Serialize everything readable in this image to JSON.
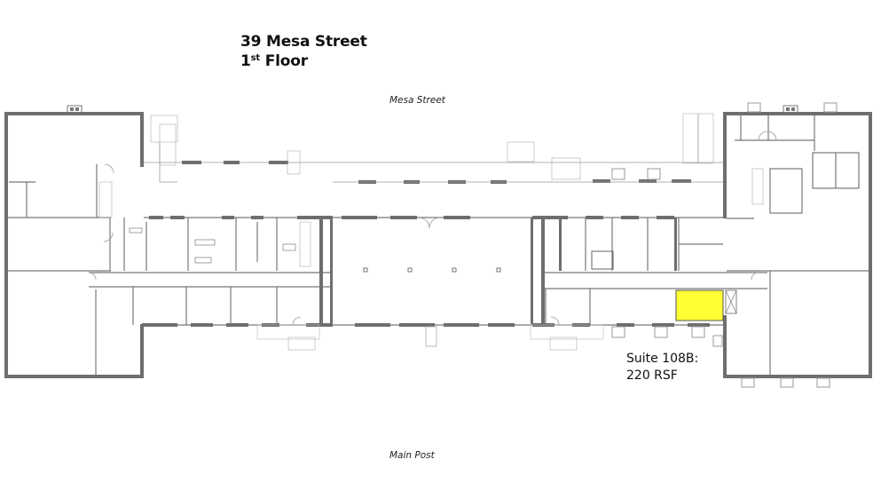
{
  "header": {
    "address": "39 Mesa Street",
    "floor_number": "1",
    "floor_suffix": "st",
    "floor_word": "Floor"
  },
  "streets": {
    "top": "Mesa Street",
    "bottom": "Main Post"
  },
  "suite": {
    "name": "Suite 108B:",
    "area": "220 RSF",
    "highlight_color": "#ffff33"
  },
  "plan": {
    "wall_color": "#6e6e6e",
    "line_color": "#777777"
  }
}
